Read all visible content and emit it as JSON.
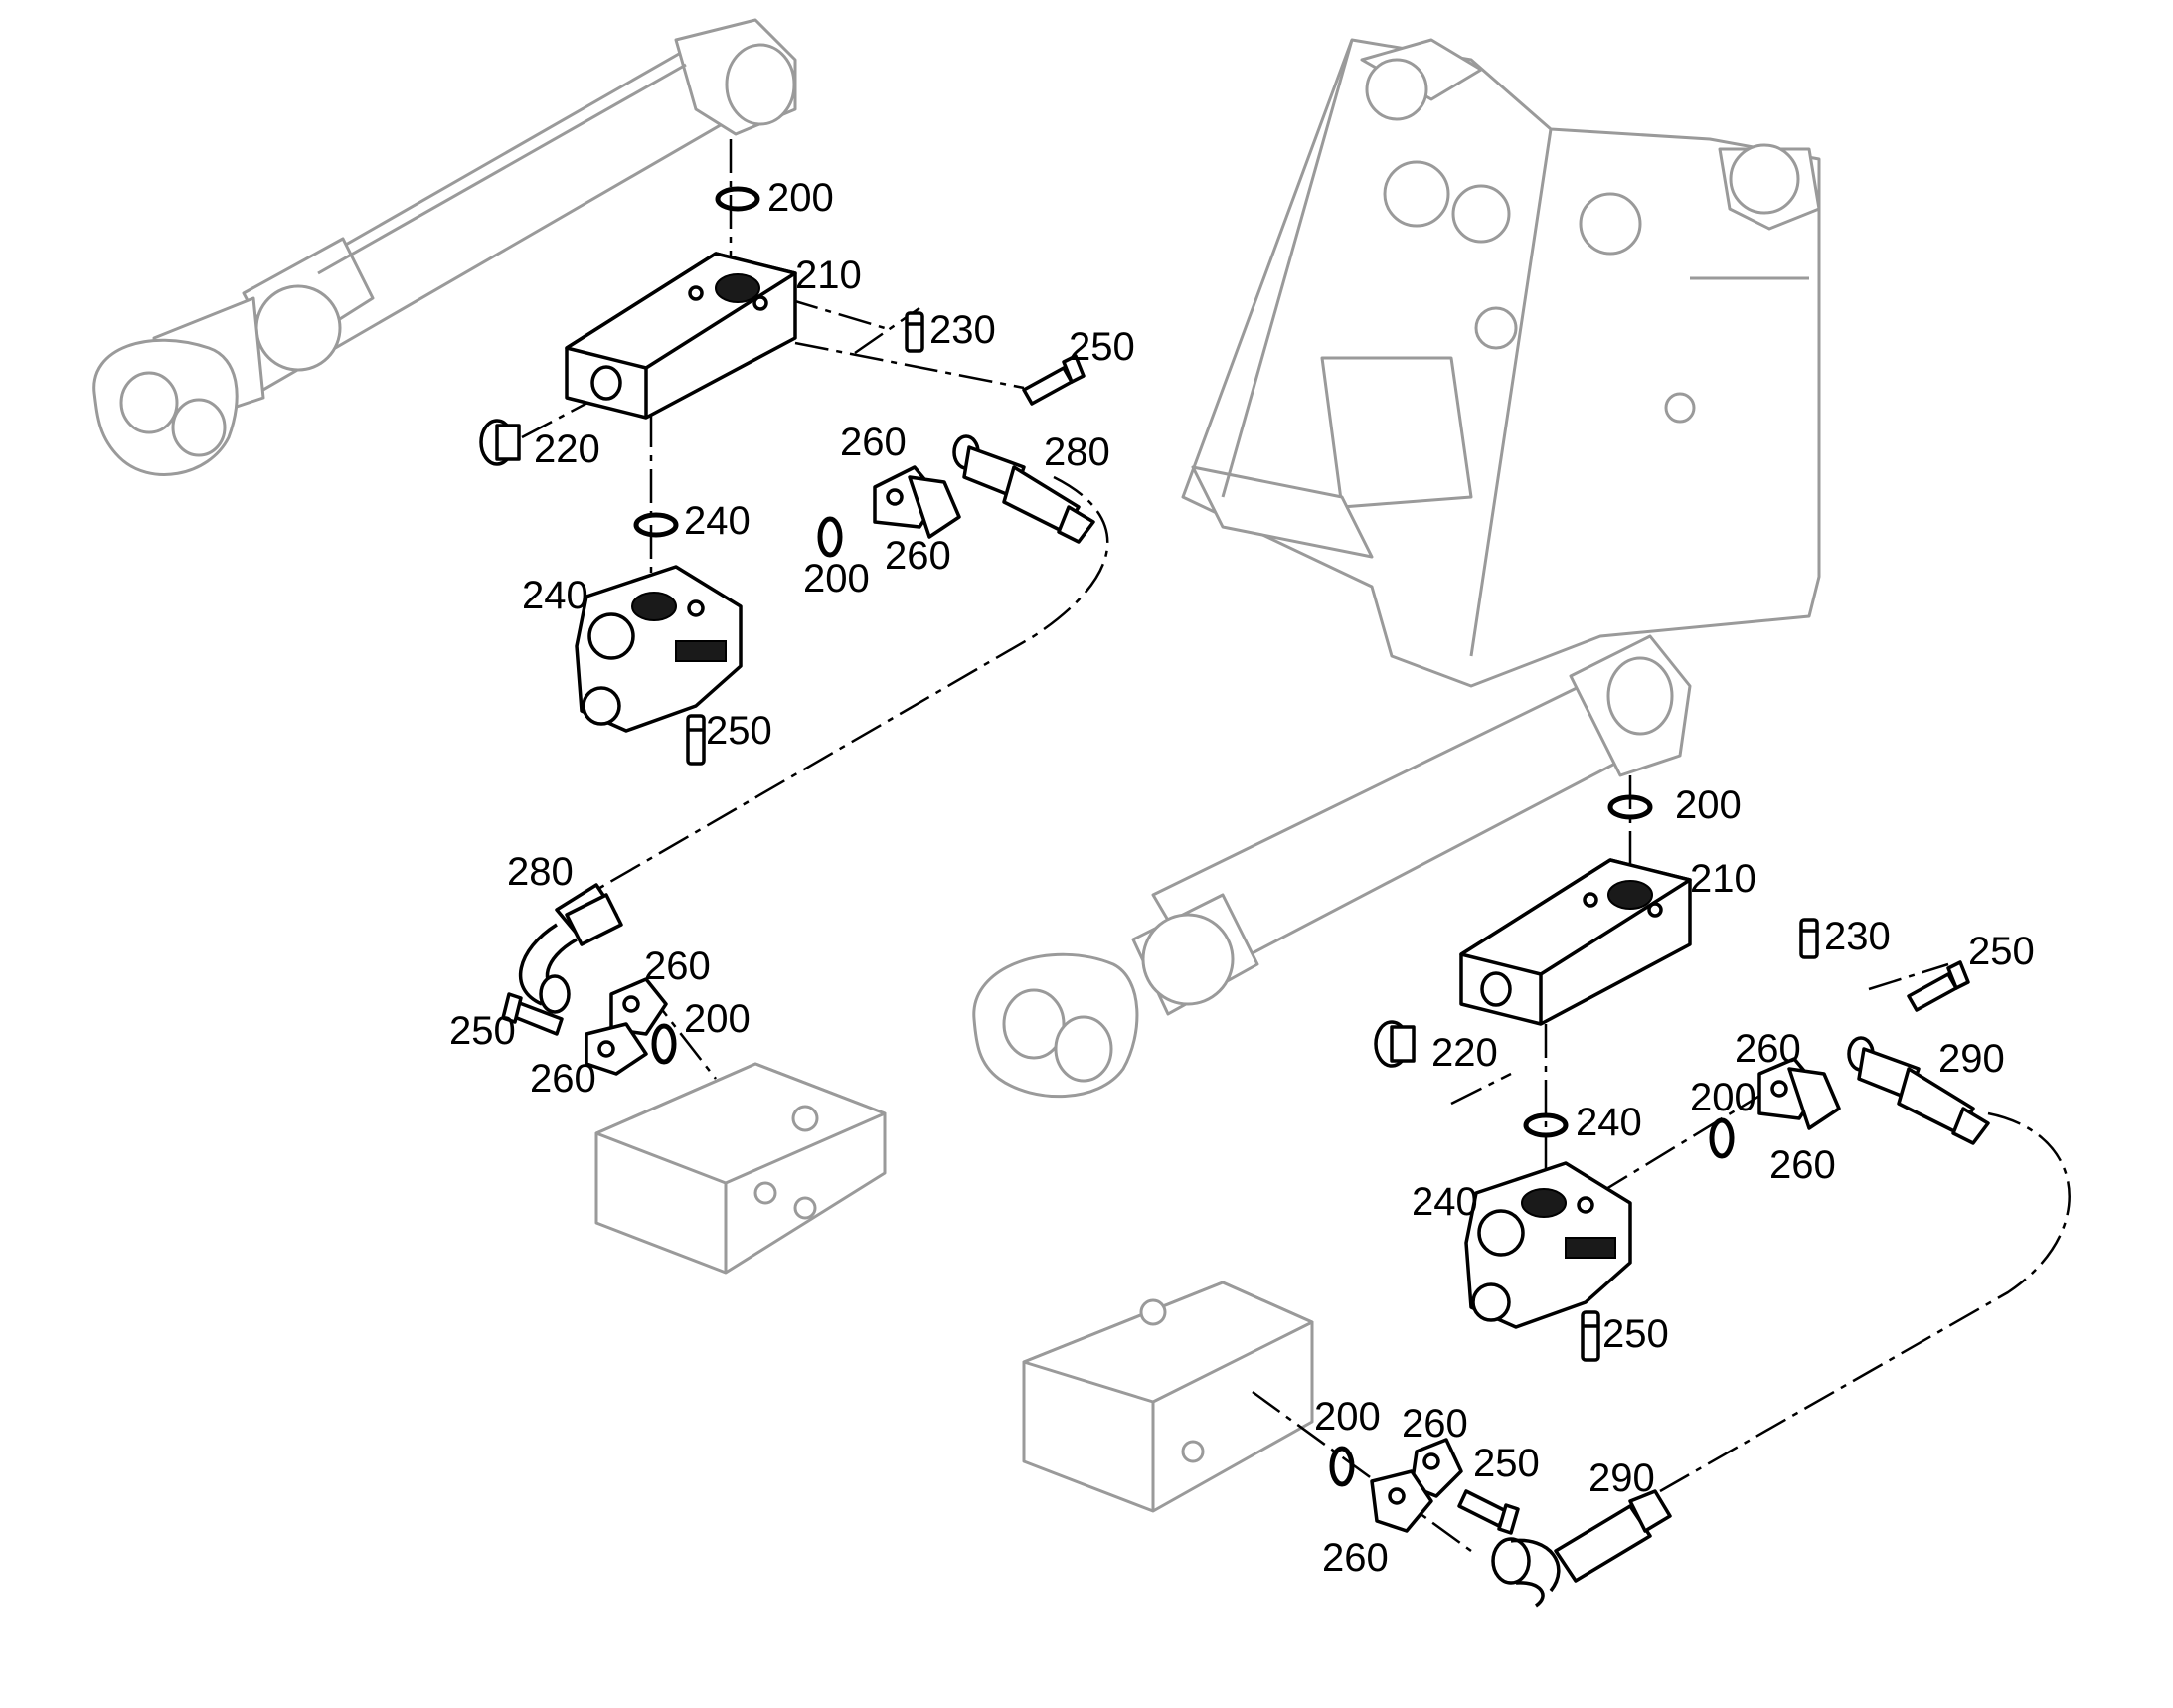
{
  "colors": {
    "background": "#ffffff",
    "parts": "#000000",
    "context_parts": "#9a9a9a"
  },
  "callouts": [
    {
      "id": "c01",
      "text": "200"
    },
    {
      "id": "c02",
      "text": "210"
    },
    {
      "id": "c03",
      "text": "230"
    },
    {
      "id": "c04",
      "text": "250"
    },
    {
      "id": "c05",
      "text": "220"
    },
    {
      "id": "c06",
      "text": "260"
    },
    {
      "id": "c07",
      "text": "280"
    },
    {
      "id": "c08",
      "text": "240"
    },
    {
      "id": "c09",
      "text": "200"
    },
    {
      "id": "c10",
      "text": "260"
    },
    {
      "id": "c11",
      "text": "240"
    },
    {
      "id": "c12",
      "text": "250"
    },
    {
      "id": "c13",
      "text": "280"
    },
    {
      "id": "c14",
      "text": "260"
    },
    {
      "id": "c15",
      "text": "200"
    },
    {
      "id": "c16",
      "text": "250"
    },
    {
      "id": "c17",
      "text": "260"
    },
    {
      "id": "c18",
      "text": "200"
    },
    {
      "id": "c19",
      "text": "210"
    },
    {
      "id": "c20",
      "text": "230"
    },
    {
      "id": "c21",
      "text": "250"
    },
    {
      "id": "c22",
      "text": "220"
    },
    {
      "id": "c23",
      "text": "260"
    },
    {
      "id": "c24",
      "text": "290"
    },
    {
      "id": "c25",
      "text": "200"
    },
    {
      "id": "c26",
      "text": "240"
    },
    {
      "id": "c27",
      "text": "260"
    },
    {
      "id": "c28",
      "text": "240"
    },
    {
      "id": "c29",
      "text": "250"
    },
    {
      "id": "c30",
      "text": "200"
    },
    {
      "id": "c31",
      "text": "260"
    },
    {
      "id": "c32",
      "text": "250"
    },
    {
      "id": "c33",
      "text": "290"
    },
    {
      "id": "c34",
      "text": "260"
    }
  ]
}
